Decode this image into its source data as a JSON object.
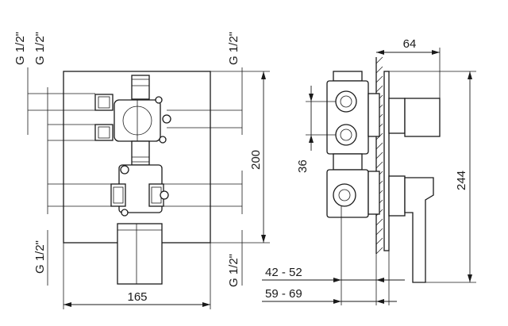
{
  "drawing": {
    "front_view": {
      "labels": {
        "left_top_1": "G 1/2\"",
        "left_top_2": "G 1/2\"",
        "left_bottom": "G 1/2\"",
        "right_top": "G 1/2\"",
        "right_bottom": "G 1/2\"",
        "width": "165",
        "height": "200"
      }
    },
    "side_view": {
      "labels": {
        "depth_top": "64",
        "height": "244",
        "spacing": "36",
        "range_1": "42 - 52",
        "range_2": "59 - 69"
      }
    }
  }
}
